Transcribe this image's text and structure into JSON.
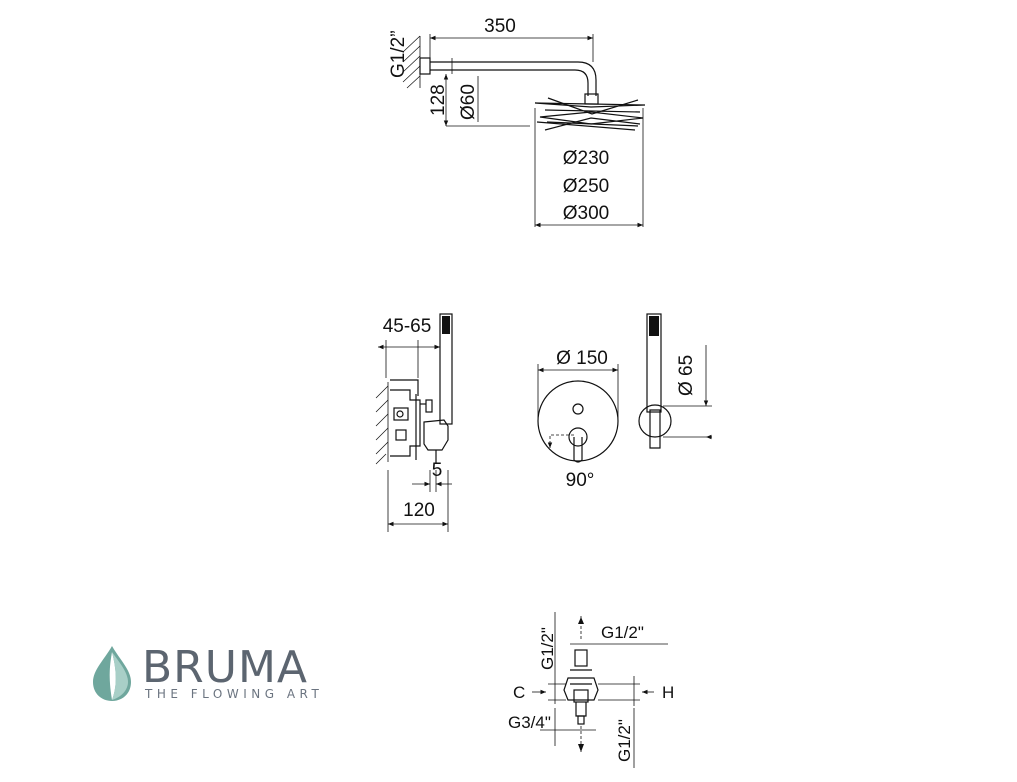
{
  "shower_head": {
    "dims": {
      "arm_length": "350",
      "inlet_thread": "G1/2”",
      "height": "128",
      "flange_diameter": "Ø60",
      "head_d1": "Ø230",
      "head_d2": "Ø250",
      "head_d3": "Ø300"
    }
  },
  "mixer": {
    "side": {
      "depth_range": "45-65",
      "gap": "5",
      "total_depth": "120"
    },
    "front": {
      "plate_diameter": "Ø 150",
      "rotation": "90°"
    },
    "handset": {
      "holder_diameter": "Ø 65"
    }
  },
  "valve": {
    "top_inlet": "G1/2\"",
    "top_outlet": "G1/2\"",
    "cold": "C",
    "hot": "H",
    "inlet_main": "G3/4\"",
    "bottom_outlet": "G1/2\""
  },
  "brand": {
    "name": "BRUMA",
    "tagline": "THE FLOWING ART",
    "colors": {
      "drop_dark": "#6fa79d",
      "drop_light": "#a8cfc7",
      "text": "#5c6570"
    }
  }
}
